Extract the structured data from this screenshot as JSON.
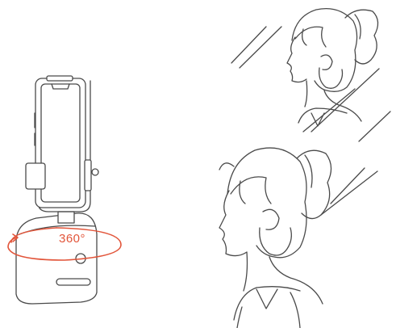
{
  "illustration": {
    "rotation_label": "360°",
    "accent_color": "#e2553a",
    "line_color": "#4a4a4a",
    "subjects": [
      "phone-holder-device",
      "girl-with-ponytail-upper",
      "girl-with-ponytail-lower"
    ]
  }
}
